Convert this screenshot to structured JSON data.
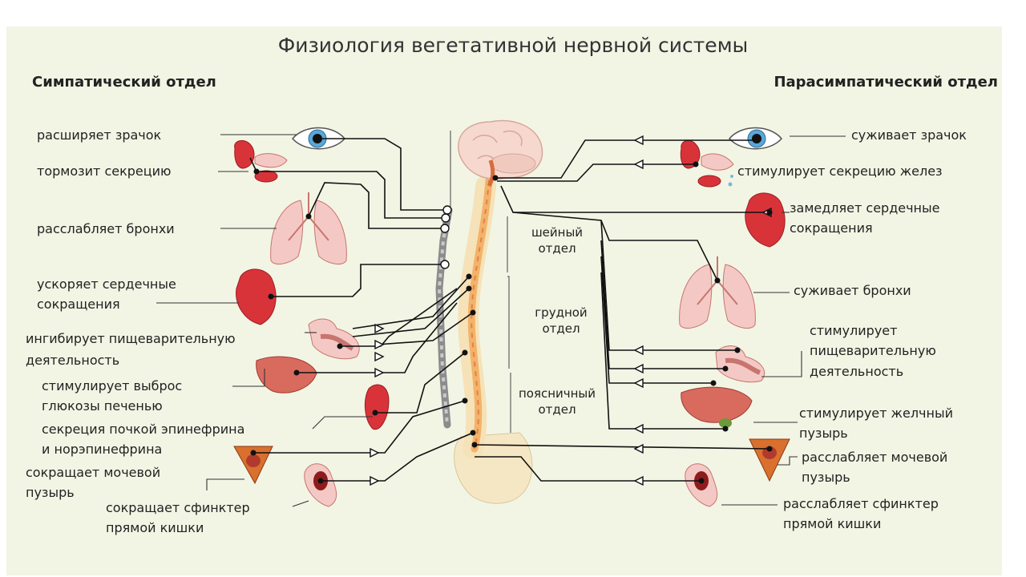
{
  "title": "Физиология вегетативной нервной системы",
  "sympathetic": {
    "heading": "Симпатический отдел",
    "labels": {
      "pupil": "расширяет зрачок",
      "secretion": "тормозит секрецию",
      "bronchi": "расслабляет бронхи",
      "heart_l1": "ускоряет сердечные",
      "heart_l2": "сокращения",
      "digest_l1": "ингибирует пищеварительную",
      "digest_l2": "деятельность",
      "glucose_l1": "стимулирует выброс",
      "glucose_l2": "глюкозы печенью",
      "kidney_l1": "секреция почкой эпинефрина",
      "kidney_l2": "и норэпинефрина",
      "bladder_l1": "сокращает мочевой",
      "bladder_l2": "пузырь",
      "rectum_l1": "сокращает сфинктер",
      "rectum_l2": "прямой кишки"
    }
  },
  "parasympathetic": {
    "heading": "Парасимпатический отдел",
    "labels": {
      "pupil": "суживает зрачок",
      "secretion": "стимулирует секрецию желез",
      "heart_l1": "замедляет сердечные",
      "heart_l2": "сокращения",
      "bronchi": "суживает бронхи",
      "digest_l1": "стимулирует",
      "digest_l2": "пищеварительную",
      "digest_l3": "деятельность",
      "gall_l1": "стимулирует желчный",
      "gall_l2": "пузырь",
      "bladder_l1": "расслабляет мочевой",
      "bladder_l2": "пузырь",
      "rectum_l1": "расслабляет сфинктер",
      "rectum_l2": "прямой кишки"
    }
  },
  "spine_segments": {
    "cervical_l1": "шейный",
    "cervical_l2": "отдел",
    "thoracic_l1": "грудной",
    "thoracic_l2": "отдел",
    "lumbar_l1": "поясничный",
    "lumbar_l2": "отдел"
  },
  "colors": {
    "background": "#f2f5e4",
    "organ_red": "#d9333a",
    "spine": "#f2b36a",
    "ganglion_chain": "#9a9a9a"
  }
}
